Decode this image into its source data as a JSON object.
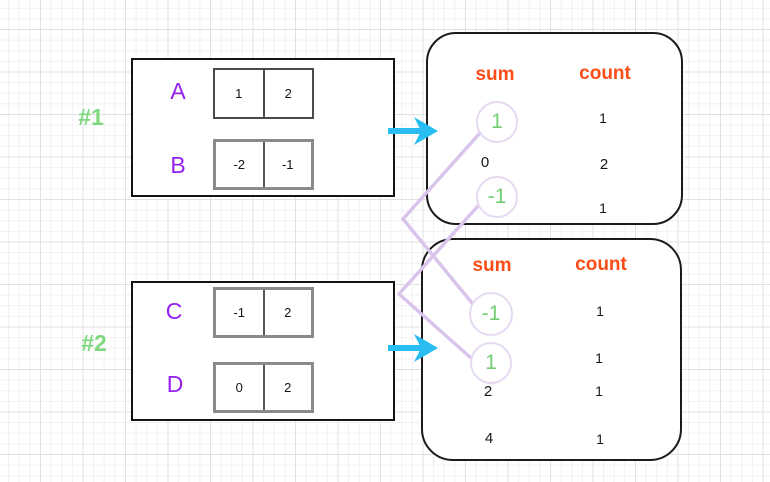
{
  "colors": {
    "label_green": "#7ed87e",
    "array_purple": "#9420f0",
    "header_orange": "#fb4d18",
    "value_green": "#72cf72",
    "arrow_blue": "#29bdf2",
    "connector_lavender": "#d9c4ec",
    "circle_lavender": "#e6d9f2"
  },
  "examples": [
    {
      "label": "#1",
      "arrays": [
        {
          "name": "A",
          "values": [
            "1",
            "2"
          ]
        },
        {
          "name": "B",
          "values": [
            "-2",
            "-1"
          ]
        }
      ],
      "table": {
        "sum_header": "sum",
        "count_header": "count",
        "rows": [
          {
            "sum": "1",
            "count": "1",
            "circled": true
          },
          {
            "sum": "0",
            "count": "2",
            "circled": false
          },
          {
            "sum": "-1",
            "count": "1",
            "circled": true
          }
        ]
      }
    },
    {
      "label": "#2",
      "arrays": [
        {
          "name": "C",
          "values": [
            "-1",
            "2"
          ]
        },
        {
          "name": "D",
          "values": [
            "0",
            "2"
          ]
        }
      ],
      "table": {
        "sum_header": "sum",
        "count_header": "count",
        "rows": [
          {
            "sum": "-1",
            "count": "1",
            "circled": true
          },
          {
            "sum": "1",
            "count": "1",
            "circled": true
          },
          {
            "sum": "2",
            "count": "1",
            "circled": false
          },
          {
            "sum": "4",
            "count": "1",
            "circled": false
          }
        ]
      }
    }
  ],
  "connections": [
    {
      "from_example": "#1",
      "from_sum": "1",
      "to_example": "#2",
      "to_sum": "-1"
    },
    {
      "from_example": "#1",
      "from_sum": "-1",
      "to_example": "#2",
      "to_sum": "1"
    }
  ]
}
